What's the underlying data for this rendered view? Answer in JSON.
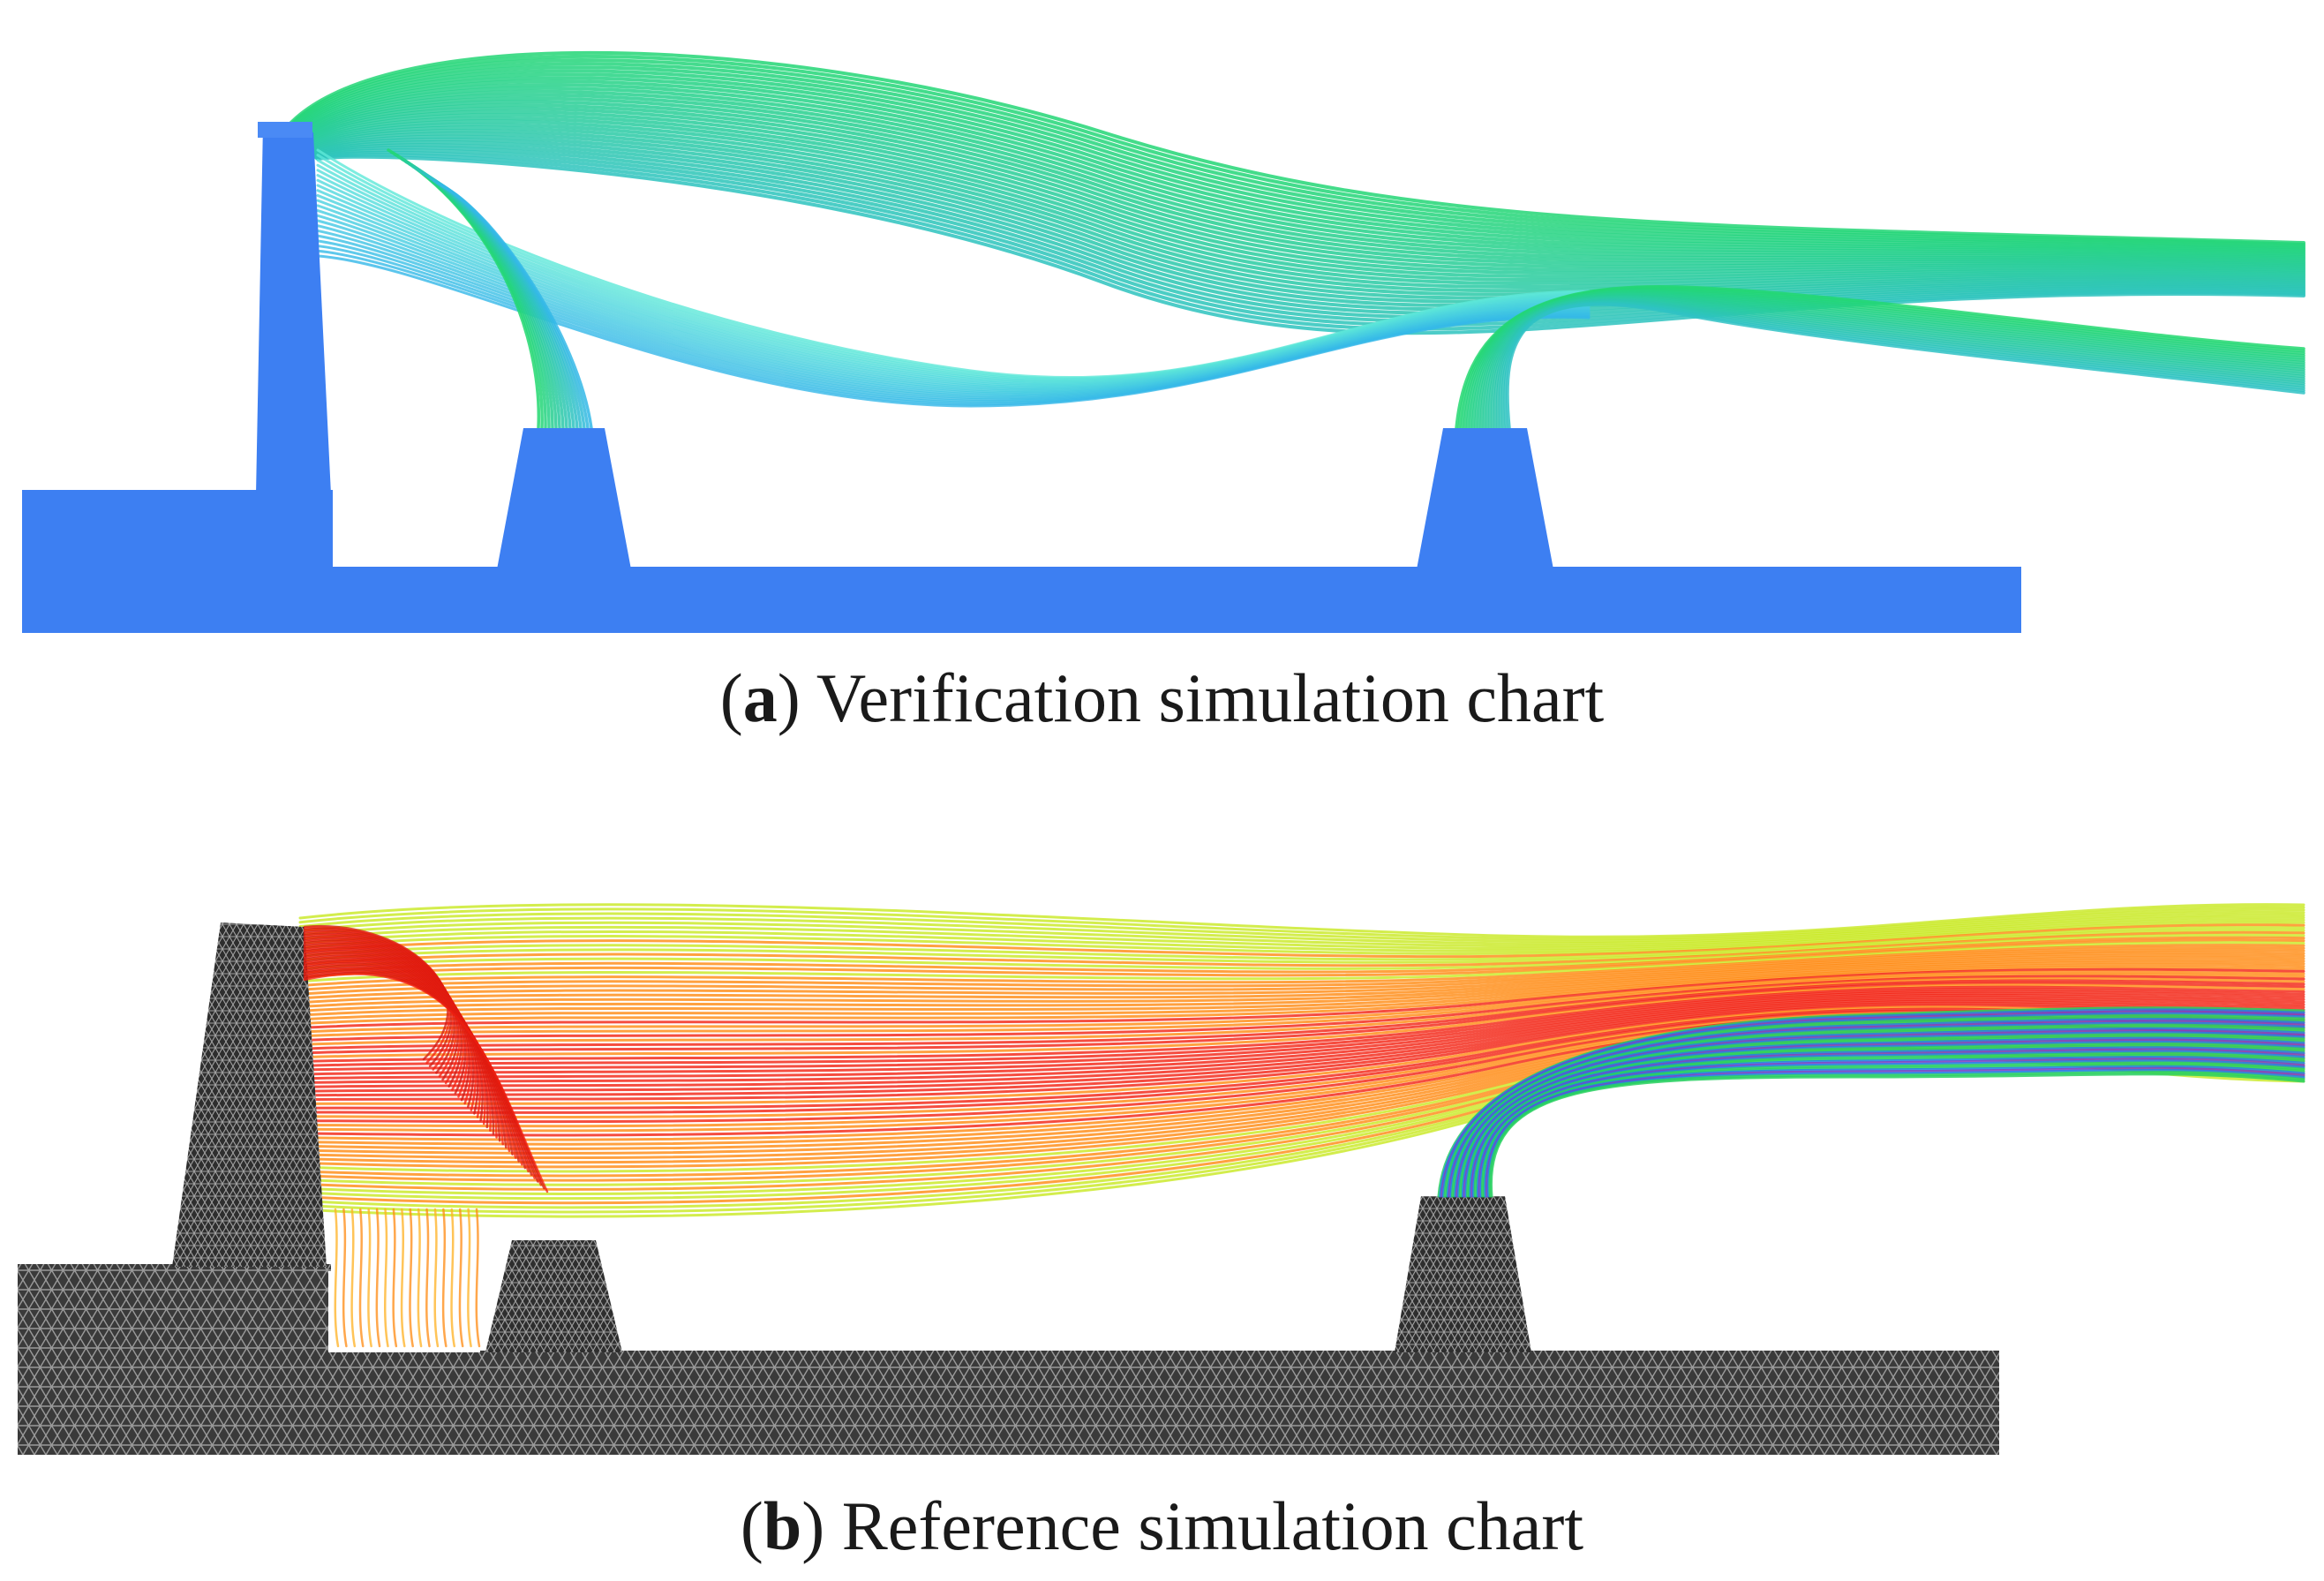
{
  "panels": [
    {
      "letter": "a",
      "caption_text": "Verification simulation chart",
      "colors": {
        "geometry": "#3d7ff2",
        "streamline_main": "#22d870",
        "streamline_secondary": "#34b8e8",
        "streamline_tertiary": "#5ee8d8"
      }
    },
    {
      "letter": "b",
      "caption_text": "Reference simulation chart",
      "colors": {
        "geometry": "#333333",
        "mesh": "#888888",
        "streamline_red": "#f22010",
        "streamline_orange": "#ff8a10",
        "streamline_yellow": "#c8e820",
        "streamline_green": "#28d060",
        "streamline_blue": "#2080e8",
        "streamline_purple": "#8040c0"
      }
    }
  ]
}
